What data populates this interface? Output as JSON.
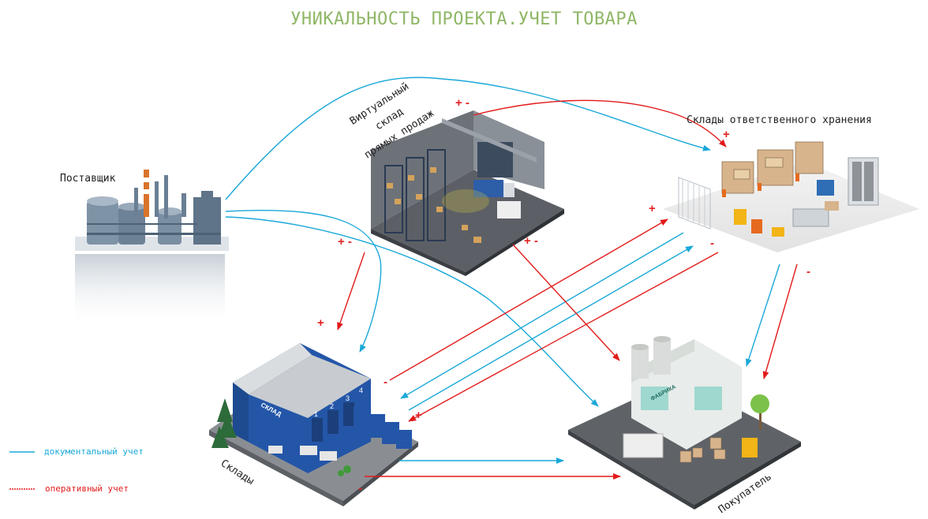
{
  "title": "УНИКАЛЬНОСТЬ ПРОЕКТА.УЧЕТ ТОВАРА",
  "nodes": {
    "supplier": "Поставщик",
    "virtual_warehouse": [
      "Виртуальный",
      "склад",
      "прямых продаж"
    ],
    "custody_warehouses": "Склады ответственного хранения",
    "warehouses": "Склады",
    "buyer": "Покупатель",
    "factory_sign": "ФАБРИКА",
    "warehouse_sign": "СКЛАД",
    "dock_numbers": [
      "1",
      "2",
      "3",
      "4"
    ]
  },
  "signs": {
    "plus": "+",
    "minus": "-",
    "plus_minus": "+ -"
  },
  "legend": {
    "documentary": "документальный учет",
    "operative": "оперативный учет"
  },
  "colors": {
    "documentary": "#1aa8d8",
    "operative": "#e21b1b",
    "title": "#8fb766"
  }
}
